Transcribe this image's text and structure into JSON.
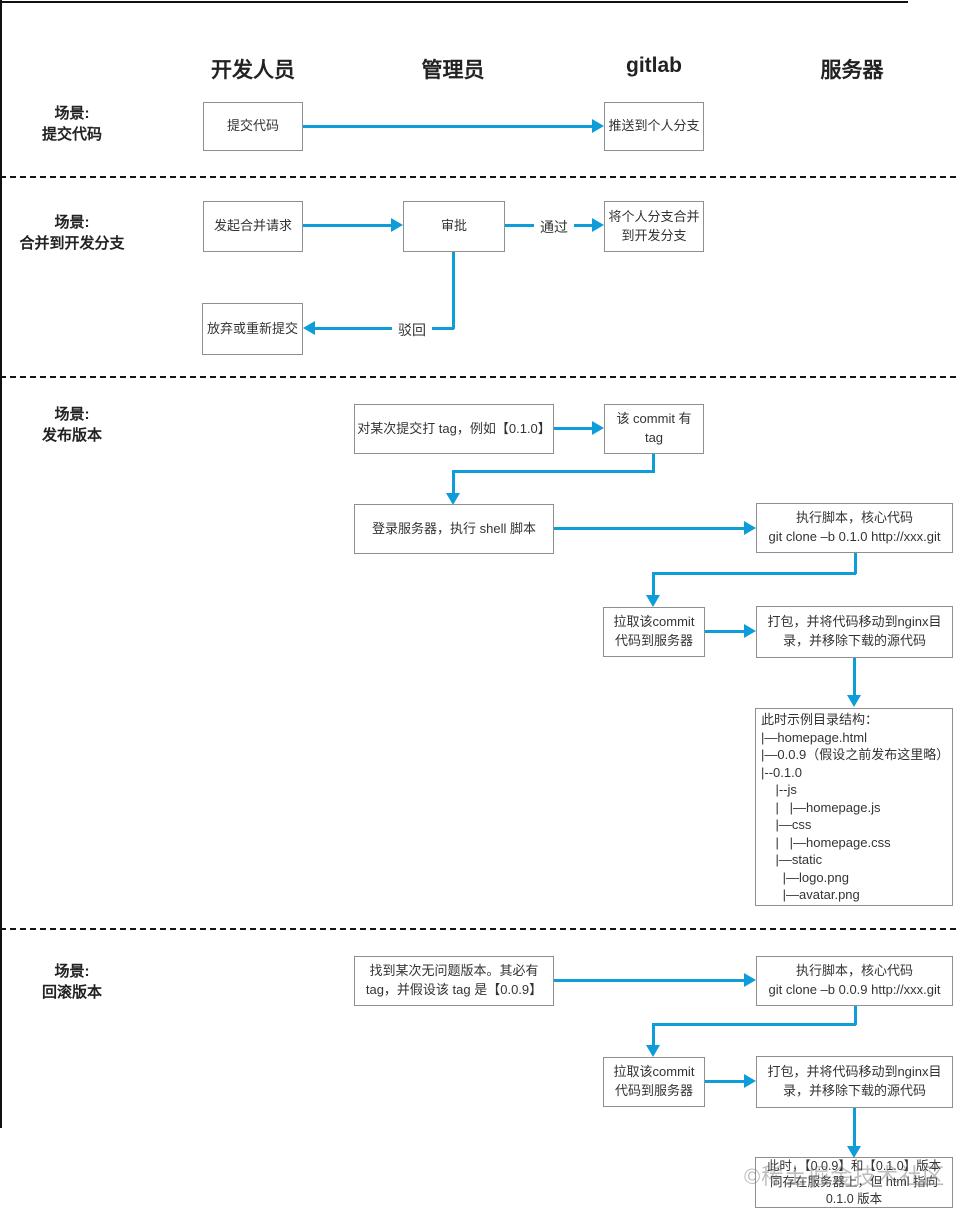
{
  "colors": {
    "arrow_blue": "#0f9dd9",
    "box_border": "#8f8f8f",
    "text": "#333333",
    "separator": "#151515",
    "watermark": "rgba(110,110,110,0.45)"
  },
  "lanes": {
    "developer": "开发人员",
    "admin": "管理员",
    "gitlab": "gitlab",
    "server": "服务器"
  },
  "scenes": {
    "submit_code": "场景:\n提交代码",
    "merge_to_dev": "场景:\n合并到开发分支",
    "release": "场景:\n发布版本",
    "rollback": "场景:\n回滚版本"
  },
  "connector_labels": {
    "pass": "通过",
    "reject": "驳回"
  },
  "boxes": {
    "submit": "提交代码",
    "push_personal": "推送到个人分支",
    "merge_request": "发起合并请求",
    "approve": "审批",
    "merge_branch": "将个人分支合并\n到开发分支",
    "abandon_resubmit": "放弃或重新提交",
    "tag_commit": "对某次提交打 tag，例如【0.1.0】",
    "commit_has_tag": "该 commit 有\ntag",
    "login_server": "登录服务器，执行 shell 脚本",
    "run_script_010": "执行脚本，核心代码\ngit clone –b 0.1.0 http://xxx.git",
    "pull_commit_release": "拉取该commit\n代码到服务器",
    "pack_nginx_release": "打包，并将代码移动到nginx目\n录，并移除下载的源代码",
    "dir_structure": {
      "lines": [
        "此时示例目录结构：",
        "|—homepage.html",
        "|—0.0.9（假设之前发布这里略）",
        "|--0.1.0",
        "    |--js",
        "    |   |—homepage.js",
        "    |—css",
        "    |   |—homepage.css",
        "    |—static",
        "      |—logo.png",
        "      |—avatar.png"
      ]
    },
    "find_good_version": "找到某次无问题版本。其必有\ntag，并假设该 tag 是【0.0.9】",
    "run_script_009": "执行脚本，核心代码\ngit clone –b 0.0.9 http://xxx.git",
    "pull_commit_rollback": "拉取该commit\n代码到服务器",
    "pack_nginx_rollback": "打包，并将代码移动到nginx目\n录，并移除下载的源代码",
    "final_state": "此时，【0.0.9】和【0.1.0】版本\n同存在服务器上，但 html 指向\n0.1.0 版本"
  },
  "watermark": "©稀土掘金技术社区"
}
